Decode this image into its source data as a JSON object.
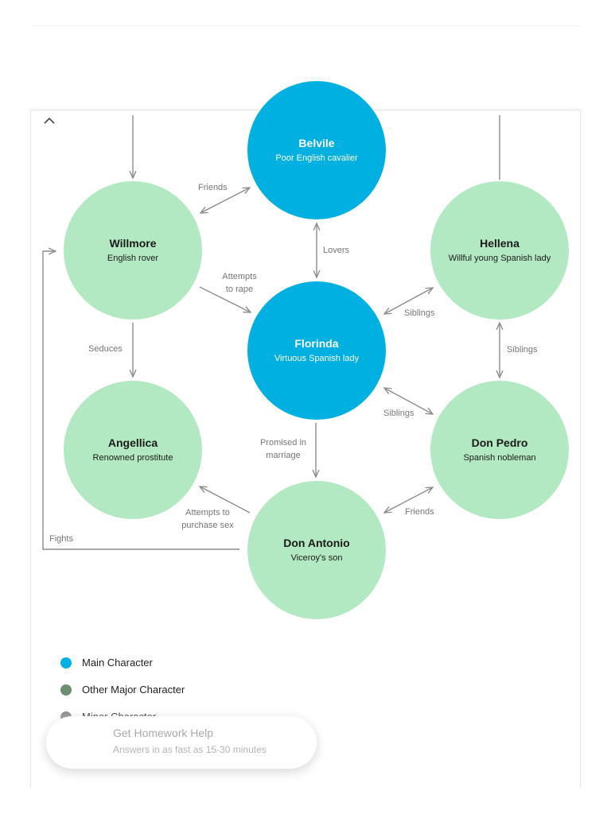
{
  "colors": {
    "main": "#00b0e0",
    "major": "#b3e9c2",
    "minor": "#7a7a7a",
    "legend_other_major": "#6d8f6f",
    "arrow": "#8c8c8c"
  },
  "icons": {
    "collapse": "chevron-up-icon"
  },
  "nodes": {
    "belvile": {
      "name": "Belvile",
      "desc": "Poor English cavalier",
      "role": "main"
    },
    "willmore": {
      "name": "Willmore",
      "desc": "English rover",
      "role": "major"
    },
    "hellena": {
      "name": "Hellena",
      "desc": "Willful young Spanish lady",
      "role": "major"
    },
    "florinda": {
      "name": "Florinda",
      "desc": "Virtuous Spanish lady",
      "role": "main"
    },
    "angellica": {
      "name": "Angellica",
      "desc": "Renowned prostitute",
      "role": "major"
    },
    "don_pedro": {
      "name": "Don Pedro",
      "desc": "Spanish nobleman",
      "role": "major"
    },
    "don_antonio": {
      "name": "Don Antonio",
      "desc": "Viceroy's son",
      "role": "major"
    }
  },
  "edges": {
    "friends_wb": "Friends",
    "lovers": "Lovers",
    "attempts_rape_1": "Attempts",
    "attempts_rape_2": "to rape",
    "siblings_hf": "Siblings",
    "siblings_hp": "Siblings",
    "seduces": "Seduces",
    "siblings_fp": "Siblings",
    "promised_1": "Promised in",
    "promised_2": "marriage",
    "purchase_1": "Attempts to",
    "purchase_2": "purchase sex",
    "friends_ap": "Friends",
    "fights": "Fights"
  },
  "legend": {
    "main": "Main Character",
    "other_major": "Other Major Character",
    "minor": "Minor Character"
  },
  "cta": {
    "title": "Get Homework Help",
    "subtitle": "Answers in as fast as 15-30 minutes"
  }
}
